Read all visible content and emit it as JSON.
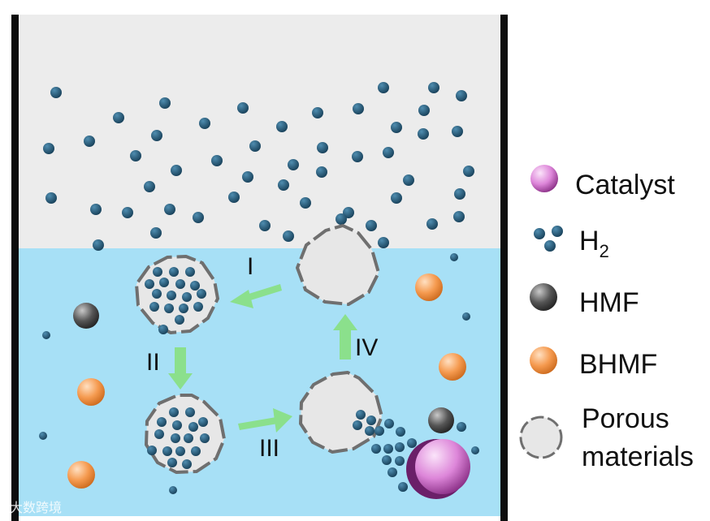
{
  "colors": {
    "gas_phase": "#ececec",
    "liquid_phase": "#a7e0f6",
    "wall": "#0d0d0d",
    "h2": "#1d5270",
    "hmf": "#4a4a4a",
    "bhmf": "#f59a4f",
    "catalyst": "#d97dd6",
    "pore": "#e7e7e7",
    "pore_border": "#6f6f6f",
    "arrow": "#8be08c"
  },
  "steps": [
    "I",
    "II",
    "III",
    "IV"
  ],
  "legend": [
    {
      "key": "catalyst",
      "icon": "catalyst-sphere-icon",
      "label": "Catalyst"
    },
    {
      "key": "h2",
      "icon": "h2-molecules-icon",
      "label": "H",
      "subscript": "2"
    },
    {
      "key": "hmf",
      "icon": "hmf-sphere-icon",
      "label": "HMF"
    },
    {
      "key": "bhmf",
      "icon": "bhmf-sphere-icon",
      "label": "BHMF"
    },
    {
      "key": "porous",
      "icon": "porous-material-icon",
      "label_lines": [
        "Porous",
        "materials"
      ]
    }
  ],
  "watermark": "大数跨境"
}
